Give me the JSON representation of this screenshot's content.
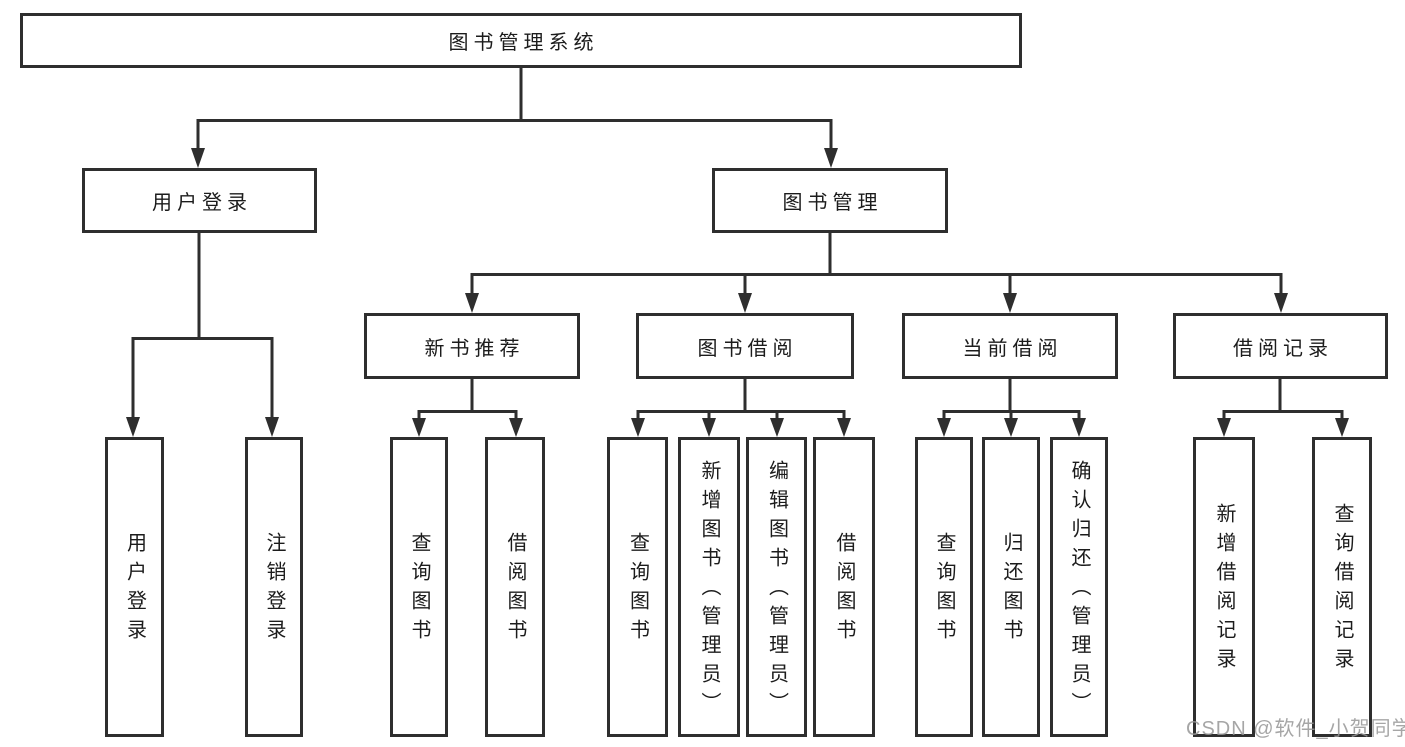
{
  "diagram": {
    "title": "图书管理系统",
    "nodes": {
      "root": "图书管理系统",
      "user_login": "用户登录",
      "book_mgmt": "图书管理",
      "new_book_rec": "新书推荐",
      "book_borrow": "图书借阅",
      "current_borrow": "当前借阅",
      "borrow_records": "借阅记录",
      "leaf_user_login": "用户登录",
      "leaf_logout": "注销登录",
      "leaf_nbr_query": "查询图书",
      "leaf_nbr_borrow": "借阅图书",
      "leaf_bb_query": "查询图书",
      "leaf_bb_add": "新增图书（管理员）",
      "leaf_bb_edit": "编辑图书（管理员）",
      "leaf_bb_borrow": "借阅图书",
      "leaf_cb_query": "查询图书",
      "leaf_cb_return": "归还图书",
      "leaf_cb_confirm": "确认归还（管理员）",
      "leaf_br_add": "新增借阅记录",
      "leaf_br_query": "查询借阅记录"
    },
    "colors": {
      "line": "#2e2e2e",
      "box_border": "#2e2e2e",
      "box_fill": "#ffffff",
      "text": "#1c1c1c",
      "watermark": "#969696"
    }
  },
  "watermark": "CSDN @软件_小贺同学"
}
